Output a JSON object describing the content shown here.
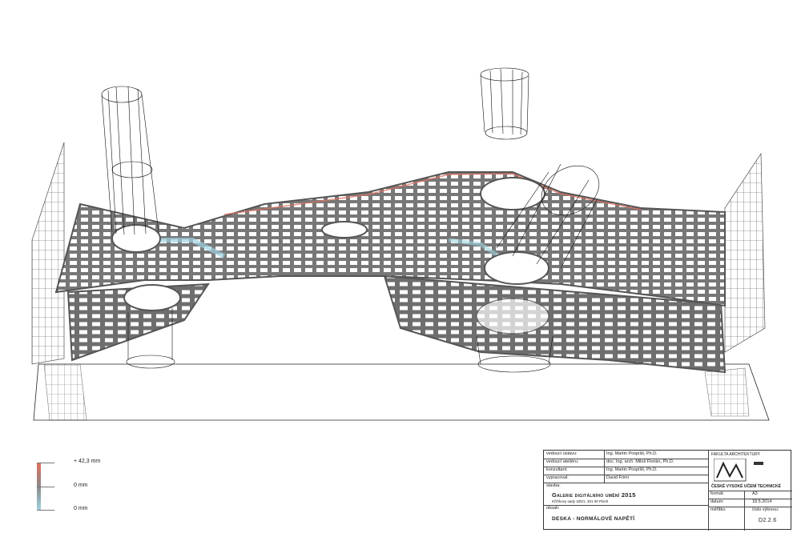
{
  "legend": {
    "max_label": "+ 42,3 mm",
    "mid_label": "0 mm",
    "min_label": "0 mm",
    "colors": {
      "top": "#e07060",
      "mid": "#8a8a8a",
      "bottom": "#9fd3df"
    }
  },
  "title_block": {
    "rows": [
      {
        "label": "vedoucí ústavu:",
        "value": "Ing. Martin Pospíšil, Ph.D."
      },
      {
        "label": "vedoucí ateliéru:",
        "value": "doc. Ing. arch. Miloš Florián, Ph.D."
      },
      {
        "label": "konzultant:",
        "value": "Ing. Martin Pospíšil, Ph.D."
      },
      {
        "label": "vypracoval:",
        "value": "David Frimi"
      }
    ],
    "stavba_label": "stavba:",
    "project_title": "Galerie digitálního umění 2015",
    "project_address": "Křižíkovy sady 325/1, 301 00 Plzeň",
    "obsah_label": "obsah:",
    "obsah_value": "DESKA - NORMÁLOVÉ NAPĚTÍ",
    "faculty": "FAKULTA ARCHITEKTURY",
    "university": "ČESKÉ VYSOKÉ UČENÍ TECHNICKÉ",
    "format_label": "formát:",
    "format_value": "A3",
    "date_label": "datum:",
    "date_value": "18.5.2014",
    "scale_label": "měřítko:",
    "scale_value": "",
    "drawing_no_label": "číslo výkresu:",
    "drawing_no_value": "D2.2.6"
  }
}
